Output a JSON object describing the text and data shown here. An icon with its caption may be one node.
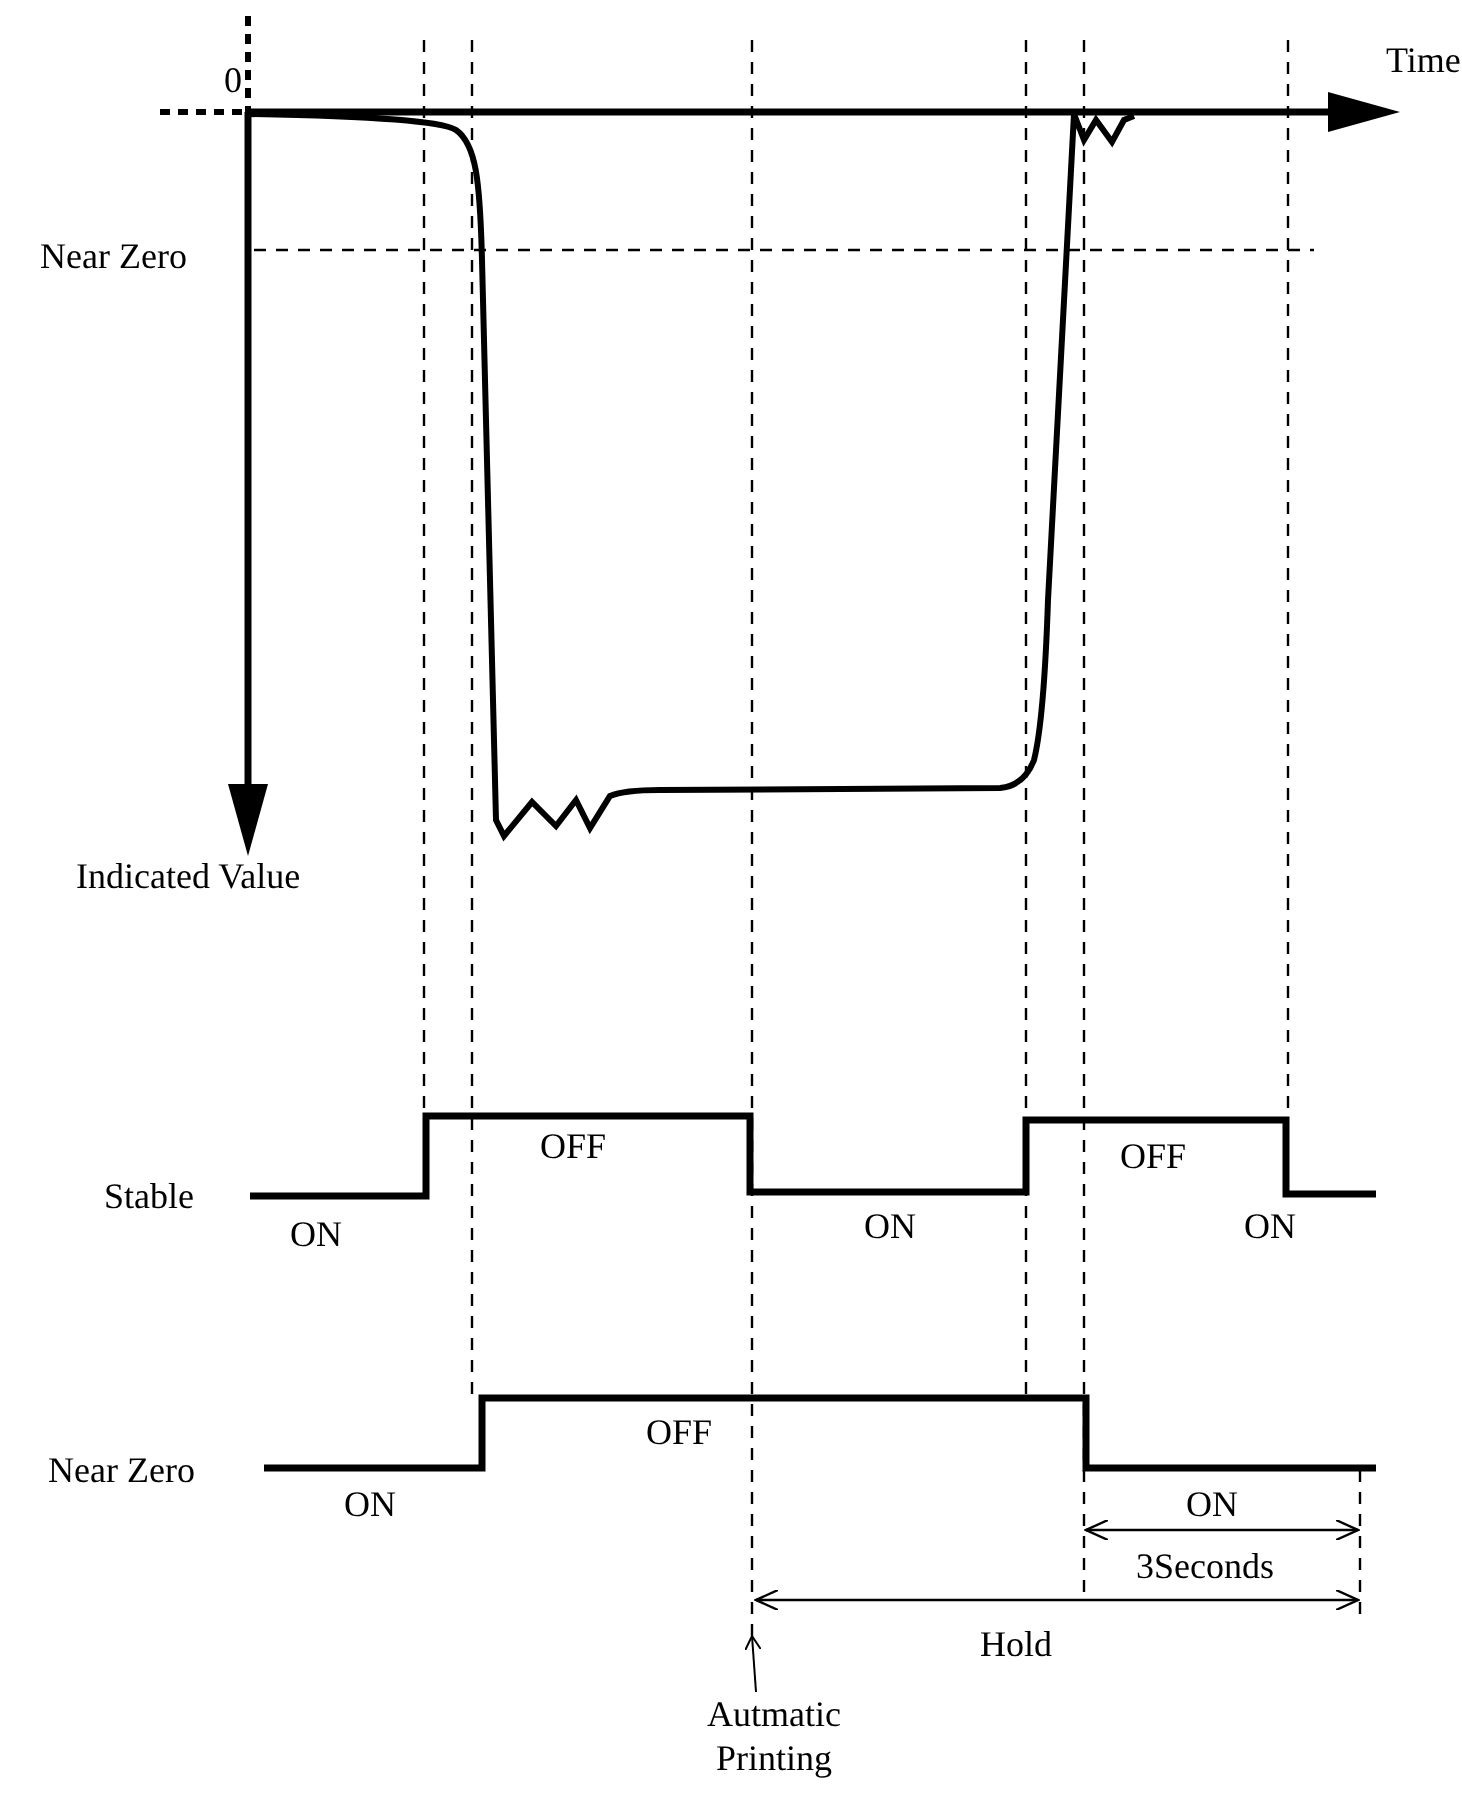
{
  "diagram": {
    "nodes": [
      {
        "text": [
          "Autmatic Printing"
        ]
      },
      {
        "text": [],
        "shape": "line"
      }
    ],
    "edges": [
      {
        "from": 0,
        "to": 1,
        "arrow": "to"
      }
    ],
    "labels": [
      "0",
      "Time",
      "Near Zero",
      "Indicated Value",
      "OFF",
      "OFF",
      "Stable",
      "ON",
      "ON",
      "ON",
      "OFF",
      "Near Zero",
      "ON",
      "ON",
      "3Seconds",
      "Hold"
    ]
  }
}
